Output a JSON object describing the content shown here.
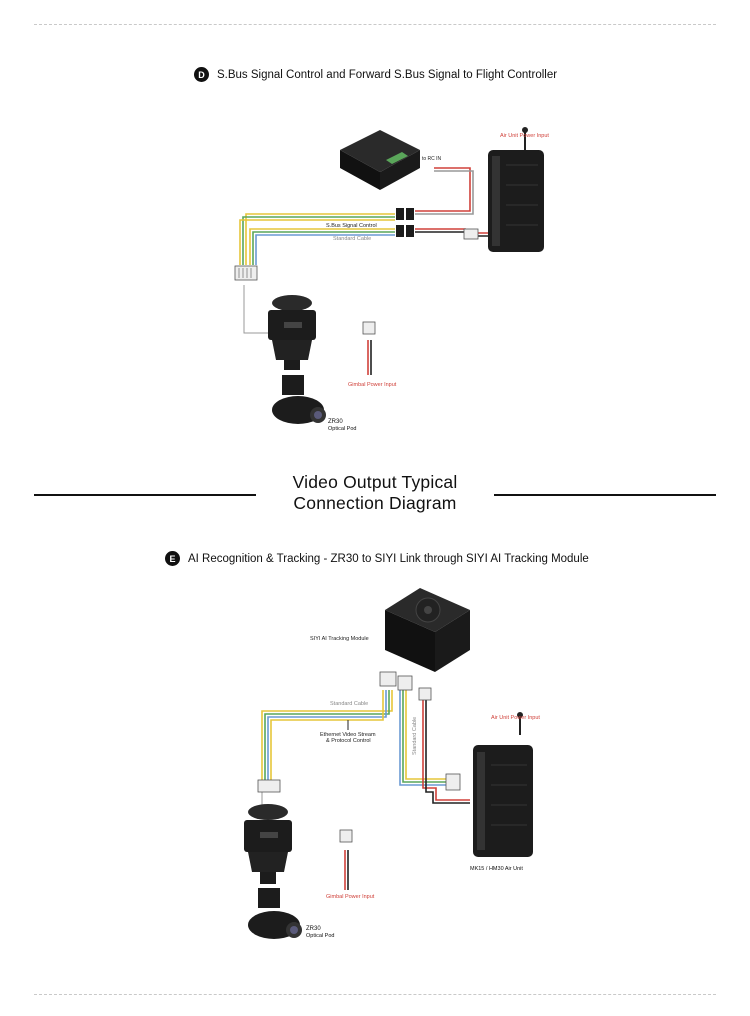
{
  "sections": [
    {
      "badge": "D",
      "heading": "S.Bus Signal Control and Forward S.Bus Signal to Flight Controller"
    },
    {
      "badge": "E",
      "heading": "AI Recognition & Tracking - ZR30 to SIYI Link through SIYI AI Tracking Module"
    }
  ],
  "title": {
    "line1": "Video Output Typical",
    "line2": "Connection Diagram"
  },
  "diagram_d": {
    "air_unit_power_input": "Air Unit Power Input",
    "to_rc_in": "to RC IN",
    "sbus_signal_control": "S.Bus Signal Control",
    "standard_cable": "Standard Cable",
    "gimbal_power_input": "Gimbal Power Input",
    "pod_name": "ZR30",
    "pod_sub": "Optical Pod"
  },
  "diagram_e": {
    "ai_module": "SIYI AI Tracking Module",
    "standard_cable": "Standard Cable",
    "standard_cable_vertical": "Standard Cable",
    "ethernet_line1": "Ethernet Video Stream",
    "ethernet_line2": "& Protocol Control",
    "air_unit_power_input": "Air Unit Power Input",
    "air_unit_name": "MK15 / HM30 Air Unit",
    "gimbal_power_input": "Gimbal Power Input",
    "pod_name": "ZR30",
    "pod_sub": "Optical Pod"
  },
  "colors": {
    "accent_red": "#d0413a",
    "cable_yellow": "#e6c63a",
    "cable_green": "#5aa65a",
    "cable_blue": "#6a9ad4",
    "device_black": "#1c1c1c"
  }
}
